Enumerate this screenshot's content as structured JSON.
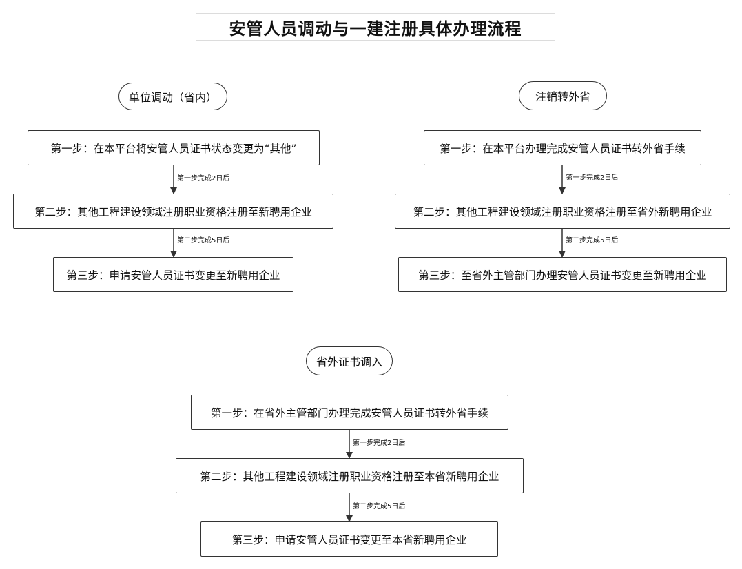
{
  "title": "安管人员调动与一建注册具体办理流程",
  "flows": {
    "unit_transfer": {
      "header": "单位调动（省内）",
      "step1": "第一步：在本平台将安管人员证书状态变更为“其他”",
      "arrow1": "第一步完成2日后",
      "step2": "第二步：其他工程建设领域注册职业资格注册至新聘用企业",
      "arrow2": "第二步完成5日后",
      "step3": "第三步：申请安管人员证书变更至新聘用企业"
    },
    "cancel_out": {
      "header": "注销转外省",
      "step1": "第一步：在本平台办理完成安管人员证书转外省手续",
      "arrow1": "第一步完成2日后",
      "step2": "第二步：其他工程建设领域注册职业资格注册至省外新聘用企业",
      "arrow2": "第二步完成5日后",
      "step3": "第三步：至省外主管部门办理安管人员证书变更至新聘用企业"
    },
    "transfer_in": {
      "header": "省外证书调入",
      "step1": "第一步：在省外主管部门办理完成安管人员证书转外省手续",
      "arrow1": "第一步完成2日后",
      "step2": "第二步：其他工程建设领域注册职业资格注册至本省新聘用企业",
      "arrow2": "第二步完成5日后",
      "step3": "第三步：申请安管人员证书变更至本省新聘用企业"
    }
  }
}
